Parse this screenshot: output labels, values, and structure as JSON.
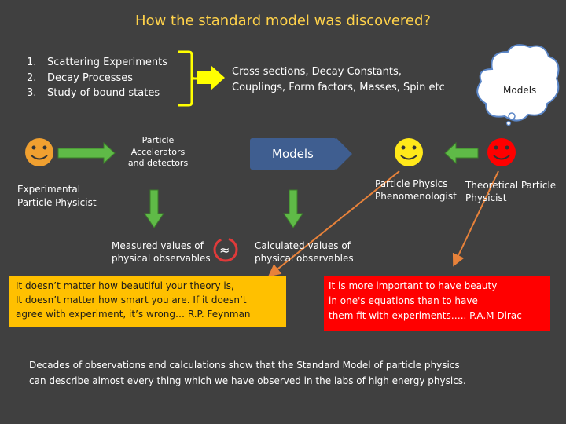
{
  "title": "How the standard model was discovered?",
  "methods": [
    {
      "num": "1.",
      "text": "Scattering Experiments"
    },
    {
      "num": "2.",
      "text": "Decay Processes"
    },
    {
      "num": "3.",
      "text": "Study of bound states"
    }
  ],
  "measured_quantities": [
    "Cross sections, Decay Constants,",
    "Couplings, Form factors, Masses, Spin etc"
  ],
  "cloud_label": "Models",
  "accelerators_label": [
    "Particle",
    "Accelerators",
    "and detectors"
  ],
  "models_label": "Models",
  "experimental_label": [
    "Experimental",
    "Particle Physicist"
  ],
  "phenomenologist_label": [
    "Particle Physics",
    "Phenomenologist"
  ],
  "theoretical_label": [
    "Theoretical Particle",
    "Physicist"
  ],
  "measured_values_label": [
    "Measured values of",
    "physical observables"
  ],
  "approx_symbol": "≈",
  "calculated_values_label": [
    "Calculated values of",
    "physical observables"
  ],
  "feynman_quote": [
    "It doesn’t matter how beautiful your theory is,",
    "It doesn’t matter how smart you are. If it doesn’t",
    "agree with experiment, it’s wrong… R.P. Feynman"
  ],
  "dirac_quote": [
    "It is more important to have beauty",
    "in one's equations than to have",
    "them fit with experiments….. P.A.M Dirac"
  ],
  "conclusion": [
    "Decades of observations and calculations show that the Standard Model of particle physics",
    "can describe almost every thing which we have observed in the labs of high energy physics."
  ],
  "colors": {
    "background": "#404040",
    "title": "#ffd24a",
    "yellow_arrow": "#ffff00",
    "green_arrow": "#5fba47",
    "smiley_orange": "#f0a030",
    "smiley_yellow": "#ffe81a",
    "smiley_red": "#ff0000",
    "models_box": "#3f5e90",
    "feynman_box": "#ffc000",
    "dirac_box": "#ff0000",
    "pointer_arrow": "#e8823a"
  }
}
